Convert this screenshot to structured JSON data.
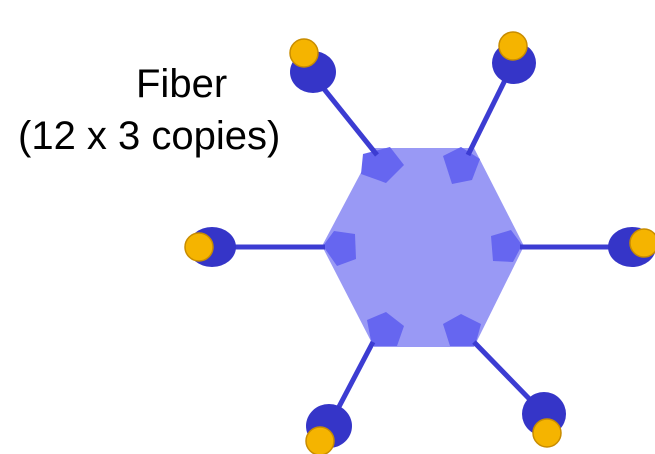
{
  "label": {
    "line1": "Fiber",
    "line2": "(12 x 3 copies)"
  },
  "colors": {
    "hexagon_fill": "#9999f5",
    "hexagon_site": "#6666f0",
    "arm": "#3c3cd2",
    "arm_end": "#3535c8",
    "tip": "#f5b400",
    "tip_stroke": "#c88c00",
    "text": "#000000"
  },
  "arm_count": 6
}
